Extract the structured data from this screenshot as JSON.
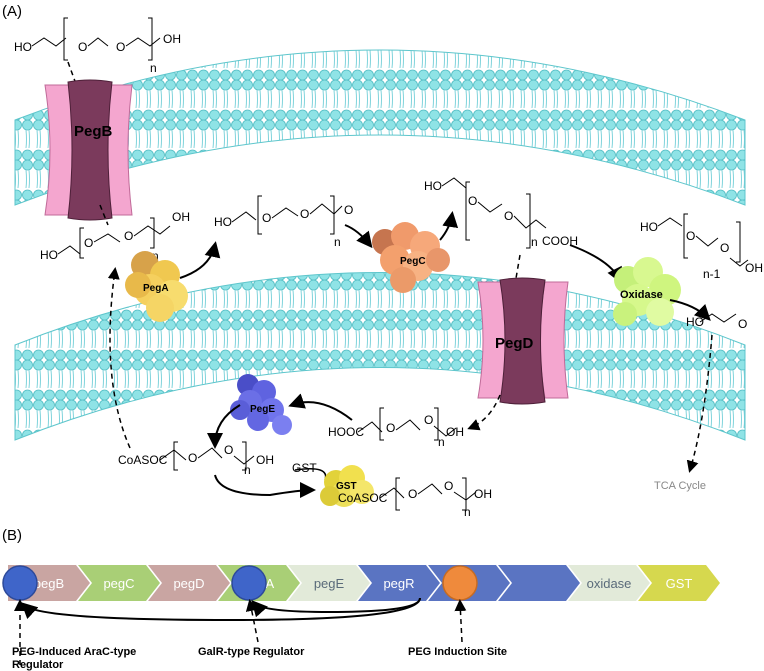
{
  "panels": {
    "a": "(A)",
    "b": "(B)"
  },
  "proteins": {
    "pegB": "PegB",
    "pegA": "PegA",
    "pegC": "PegC",
    "pegD": "PegD",
    "pegE": "PegE",
    "oxidase": "Oxidase",
    "gst": "GST"
  },
  "molecules": {
    "peg_hydroxyl": "HO",
    "peg_oh": "OH",
    "peg_o": "O",
    "peg_n": "n",
    "peg_n_minus_1": "n-1",
    "peg_cooh": "COOH",
    "peg_hoocoh": "HOOC",
    "peg_coasoc": "CoASOC",
    "gst_small": "GST",
    "tca": "TCA Cycle"
  },
  "operon": {
    "genes": [
      "pegB",
      "pegC",
      "pegD",
      "pegA",
      "pegE",
      "pegR",
      "",
      "",
      "oxidase",
      "GST"
    ],
    "colors": [
      "#c9a5a2",
      "#a9cf76",
      "#c9a5a2",
      "#a9cf76",
      "#e2ead9",
      "#5a74c2",
      "#5a74c2",
      "#5a74c2",
      "#e2ead9",
      "#d6d84e"
    ]
  },
  "annotations": {
    "arac": "PEG-Induced AraC-type",
    "arac2": "Regulator",
    "galr": "GalR-type Regulator",
    "induction": "PEG Induction Site"
  }
}
